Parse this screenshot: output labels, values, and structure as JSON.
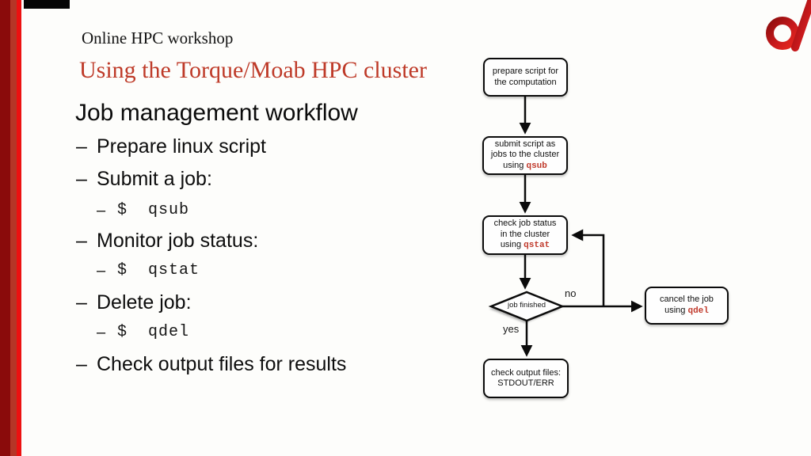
{
  "header": {
    "pretitle": "Online HPC workshop",
    "title": "Using the Torque/Moab HPC cluster",
    "heading": "Job management workflow"
  },
  "list": {
    "items": [
      {
        "bullet": "–",
        "text": "Prepare linux script"
      },
      {
        "bullet": "–",
        "text": "Submit a job:"
      },
      {
        "bullet": "–",
        "text": "$  qsub"
      },
      {
        "bullet": "–",
        "text": "Monitor job status:"
      },
      {
        "bullet": "–",
        "text": "$  qstat"
      },
      {
        "bullet": "–",
        "text": "Delete job:"
      },
      {
        "bullet": "–",
        "text": "$  qdel"
      },
      {
        "bullet": "–",
        "text": "Check output files for results"
      }
    ]
  },
  "flowchart": {
    "nodes": {
      "prepare": {
        "line1": "prepare script for",
        "line2": "the computation"
      },
      "submit": {
        "line1": "submit script as",
        "line2": "jobs to the cluster",
        "line3_prefix": "using ",
        "command": "qsub"
      },
      "check": {
        "line1": "check job status",
        "line2": "in the cluster",
        "line3_prefix": "using ",
        "command": "qstat"
      },
      "decision": {
        "label": "job finished"
      },
      "cancel": {
        "line1": "cancel the job",
        "line3_prefix": "using ",
        "command": "qdel"
      },
      "output": {
        "line1": "check output files:",
        "line2": "STDOUT/ERR"
      }
    },
    "edges": {
      "yes_label": "yes",
      "no_label": "no"
    }
  },
  "colors": {
    "accent_red": "#be3a28",
    "command_red": "#c0392b",
    "stripe_dark": "#8a0b0b",
    "stripe_mid": "#b53627",
    "stripe_bright": "#ec1111"
  },
  "logo": {
    "name": "alpha-logo"
  }
}
